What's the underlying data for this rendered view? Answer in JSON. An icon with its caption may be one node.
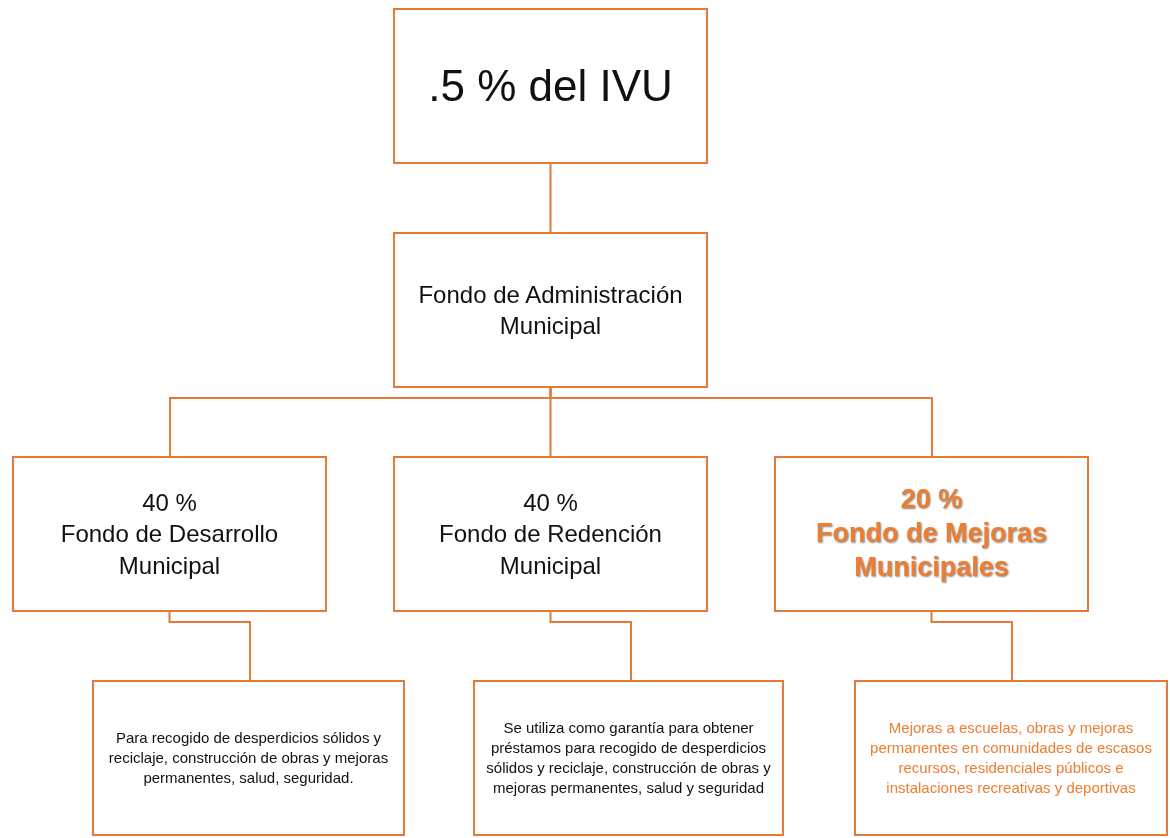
{
  "diagram": {
    "nodes": [
      {
        "text": [
          ".5 % del IVU"
        ]
      },
      {
        "text": [
          "Fondo de Administración Municipal"
        ]
      },
      {
        "text": [
          "40 %",
          "Fondo de Desarrollo Municipal"
        ]
      },
      {
        "text": [
          "40 %",
          "Fondo de Redención Municipal"
        ]
      },
      {
        "text": [
          "20 %",
          "Fondo de Mejoras Municipales"
        ]
      },
      {
        "text": [
          "Para recogido de desperdicios sólidos y reciclaje, construcción de obras y mejoras permanentes, salud, seguridad."
        ]
      },
      {
        "text": [
          "Se utiliza como garantía para obtener préstamos para recogido de desperdicios sólidos y reciclaje, construcción de obras y mejoras permanentes, salud y seguridad"
        ]
      },
      {
        "text": [
          "Mejoras a escuelas, obras y mejoras permanentes en comunidades de escasos recursos, residenciales públicos e instalaciones recreativas y deportivas"
        ]
      }
    ],
    "edges": [
      {
        "from": 0,
        "to": 1,
        "arrow": "none"
      },
      {
        "from": 1,
        "to": 2,
        "arrow": "none"
      },
      {
        "from": 1,
        "to": 3,
        "arrow": "none"
      },
      {
        "from": 1,
        "to": 4,
        "arrow": "none"
      },
      {
        "from": 2,
        "to": 5,
        "arrow": "none"
      },
      {
        "from": 3,
        "to": 6,
        "arrow": "none"
      },
      {
        "from": 4,
        "to": 7,
        "arrow": "none"
      }
    ]
  }
}
